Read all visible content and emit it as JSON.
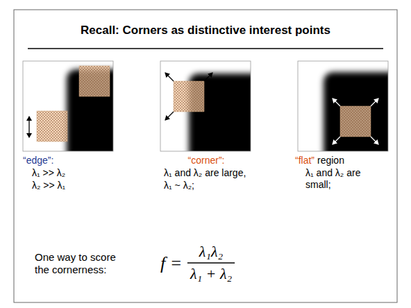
{
  "diagram": {
    "title": "Recall: Corners as distinctive interest points",
    "labels": [
      "“edge”:",
      "λ₁ >> λ₂",
      "λ₂ >> λ₁",
      "“corner”:",
      "λ₁ and λ₂ are large,",
      "λ₁ ~ λ₂;",
      "“flat”",
      "region",
      "λ₁ and λ₂ are small;",
      "One way to score the cornerness:",
      "f =",
      "λ₁λ₂",
      "λ₁ + λ₂"
    ]
  }
}
